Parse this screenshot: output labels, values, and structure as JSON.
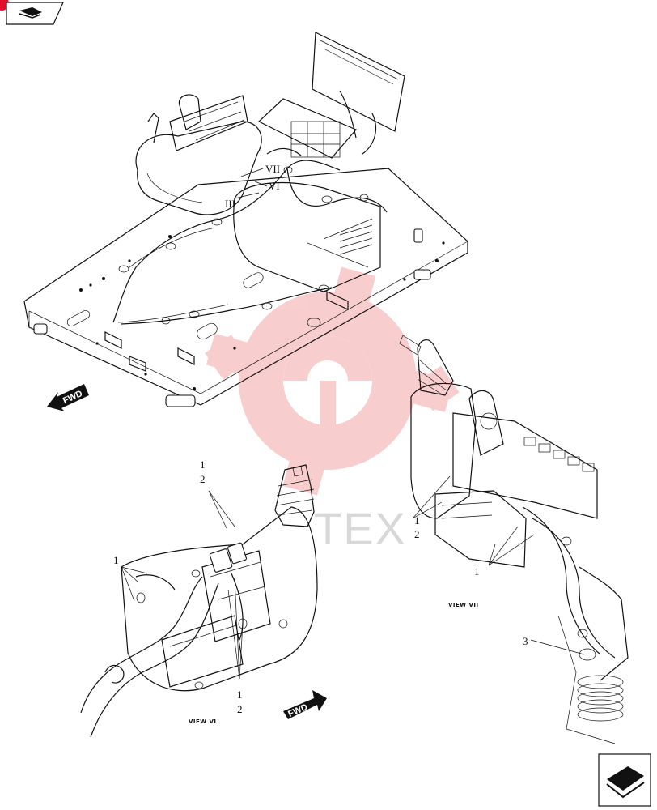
{
  "watermark": {
    "text": "TEX",
    "color": "#f3a6a6"
  },
  "header_badge": {
    "icon": "book-arrow-icon",
    "accent": "#e0102a"
  },
  "footer_badge": {
    "icon": "nav-arrow-icon"
  },
  "roman_numerals": {
    "vii": "VII",
    "vi": "VI",
    "iii": "III"
  },
  "fwd": {
    "top": "FWD",
    "bottom": "FWD"
  },
  "view_vi": {
    "caption": "VIEW VI",
    "label_1": "1",
    "label_2": "2",
    "label_1b": "1",
    "label_2b": "1",
    "label_2c": "2"
  },
  "view_vii": {
    "caption": "VIEW VII",
    "label_1": "1",
    "label_2": "2",
    "label_1b": "1",
    "label_3": "3"
  }
}
